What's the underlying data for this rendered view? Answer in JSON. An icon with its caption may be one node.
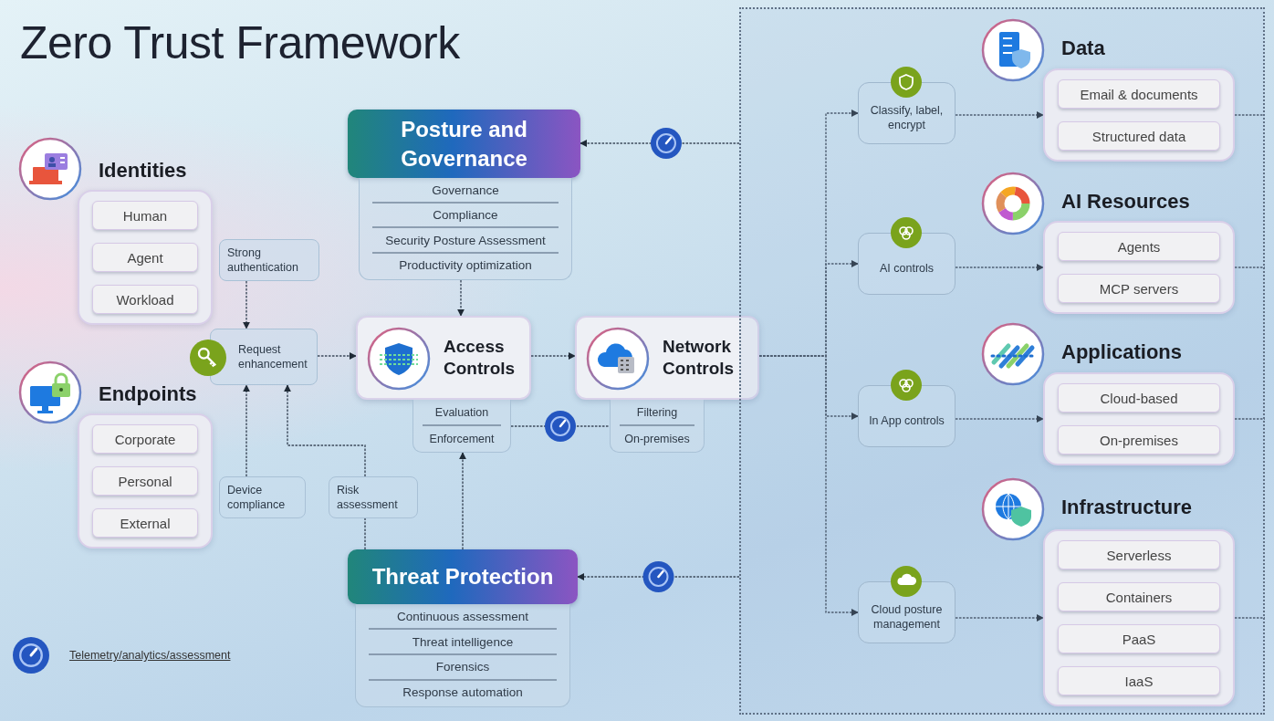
{
  "diagram": {
    "title": "Zero Trust Framework",
    "nodes": [
      {
        "text": [
          "Identities"
        ]
      },
      {
        "text": [
          "Human"
        ],
        "in": 0
      },
      {
        "text": [
          "Agent"
        ],
        "in": 0
      },
      {
        "text": [
          "Workload"
        ],
        "in": 0
      },
      {
        "text": [
          "Endpoints"
        ]
      },
      {
        "text": [
          "Corporate"
        ],
        "in": 4
      },
      {
        "text": [
          "Personal"
        ],
        "in": 4
      },
      {
        "text": [
          "External"
        ],
        "in": 4
      },
      {
        "text": [
          "Strong authentication"
        ]
      },
      {
        "text": [
          "Request enhancement"
        ]
      },
      {
        "text": [
          "Device compliance"
        ]
      },
      {
        "text": [
          "Risk assessment"
        ]
      },
      {
        "text": [
          "Posture and Governance",
          "Governance",
          "Compliance",
          "Security Posture Assessment",
          "Productivity optimization"
        ]
      },
      {
        "text": [
          "Access Controls"
        ]
      },
      {
        "text": [
          "Evaluation",
          "Enforcement"
        ]
      },
      {
        "text": [
          "Network Controls"
        ]
      },
      {
        "text": [
          "Filtering",
          "On-premises"
        ]
      },
      {
        "text": [
          "Threat Protection",
          "Continuous assessment",
          "Threat intelligence",
          "Forensics",
          "Response automation"
        ]
      },
      {
        "text": [],
        "shape": "box"
      },
      {
        "text": [
          "Classify, label, encrypt"
        ],
        "in": 18
      },
      {
        "text": [
          "Data"
        ],
        "in": 18
      },
      {
        "text": [
          "Email & documents"
        ],
        "in": 20
      },
      {
        "text": [
          "Structured data"
        ],
        "in": 20
      },
      {
        "text": [
          "AI controls"
        ],
        "in": 18
      },
      {
        "text": [
          "AI Resources"
        ],
        "in": 18
      },
      {
        "text": [
          "Agents"
        ],
        "in": 24
      },
      {
        "text": [
          "MCP servers"
        ],
        "in": 24
      },
      {
        "text": [
          "In App controls"
        ],
        "in": 18
      },
      {
        "text": [
          "Applications"
        ],
        "in": 18
      },
      {
        "text": [
          "Cloud-based"
        ],
        "in": 28
      },
      {
        "text": [
          "On-premises"
        ],
        "in": 28
      },
      {
        "text": [
          "Cloud posture management"
        ],
        "in": 18
      },
      {
        "text": [
          "Infrastructure"
        ],
        "in": 18
      },
      {
        "text": [
          "Serverless"
        ],
        "in": 32
      },
      {
        "text": [
          "Containers"
        ],
        "in": 32
      },
      {
        "text": [
          "PaaS"
        ],
        "in": 32
      },
      {
        "text": [
          "IaaS"
        ],
        "in": 32
      }
    ],
    "edges": [
      {
        "from": 8,
        "to": 9,
        "arrow": "to"
      },
      {
        "from": 10,
        "to": 9,
        "arrow": "to"
      },
      {
        "from": 17,
        "to": 11,
        "arrow": "none"
      },
      {
        "from": 11,
        "to": 9,
        "arrow": "to"
      },
      {
        "from": 9,
        "to": 13,
        "arrow": "to"
      },
      {
        "from": 12,
        "to": 13,
        "arrow": "to"
      },
      {
        "from": 17,
        "to": 14,
        "arrow": "to"
      },
      {
        "from": 13,
        "to": 15,
        "arrow": "to"
      },
      {
        "from": 14,
        "to": 16,
        "arrow": "none"
      },
      {
        "from": 15,
        "to": 19,
        "arrow": "to"
      },
      {
        "from": 15,
        "to": 23,
        "arrow": "to"
      },
      {
        "from": 15,
        "to": 27,
        "arrow": "to"
      },
      {
        "from": 15,
        "to": 31,
        "arrow": "to"
      },
      {
        "from": 19,
        "to": 20,
        "arrow": "to"
      },
      {
        "from": 23,
        "to": 24,
        "arrow": "to"
      },
      {
        "from": 27,
        "to": 28,
        "arrow": "to"
      },
      {
        "from": 31,
        "to": 32,
        "arrow": "to"
      },
      {
        "from": 20,
        "to": 18,
        "arrow": "none"
      },
      {
        "from": 24,
        "to": 18,
        "arrow": "none"
      },
      {
        "from": 28,
        "to": 18,
        "arrow": "none"
      },
      {
        "from": 32,
        "to": 18,
        "arrow": "none"
      },
      {
        "from": 18,
        "to": 12,
        "arrow": "to"
      },
      {
        "from": 18,
        "to": 17,
        "arrow": "to"
      }
    ],
    "legend": [
      {
        "text": "Telemetry/analytics/assessment"
      }
    ]
  }
}
